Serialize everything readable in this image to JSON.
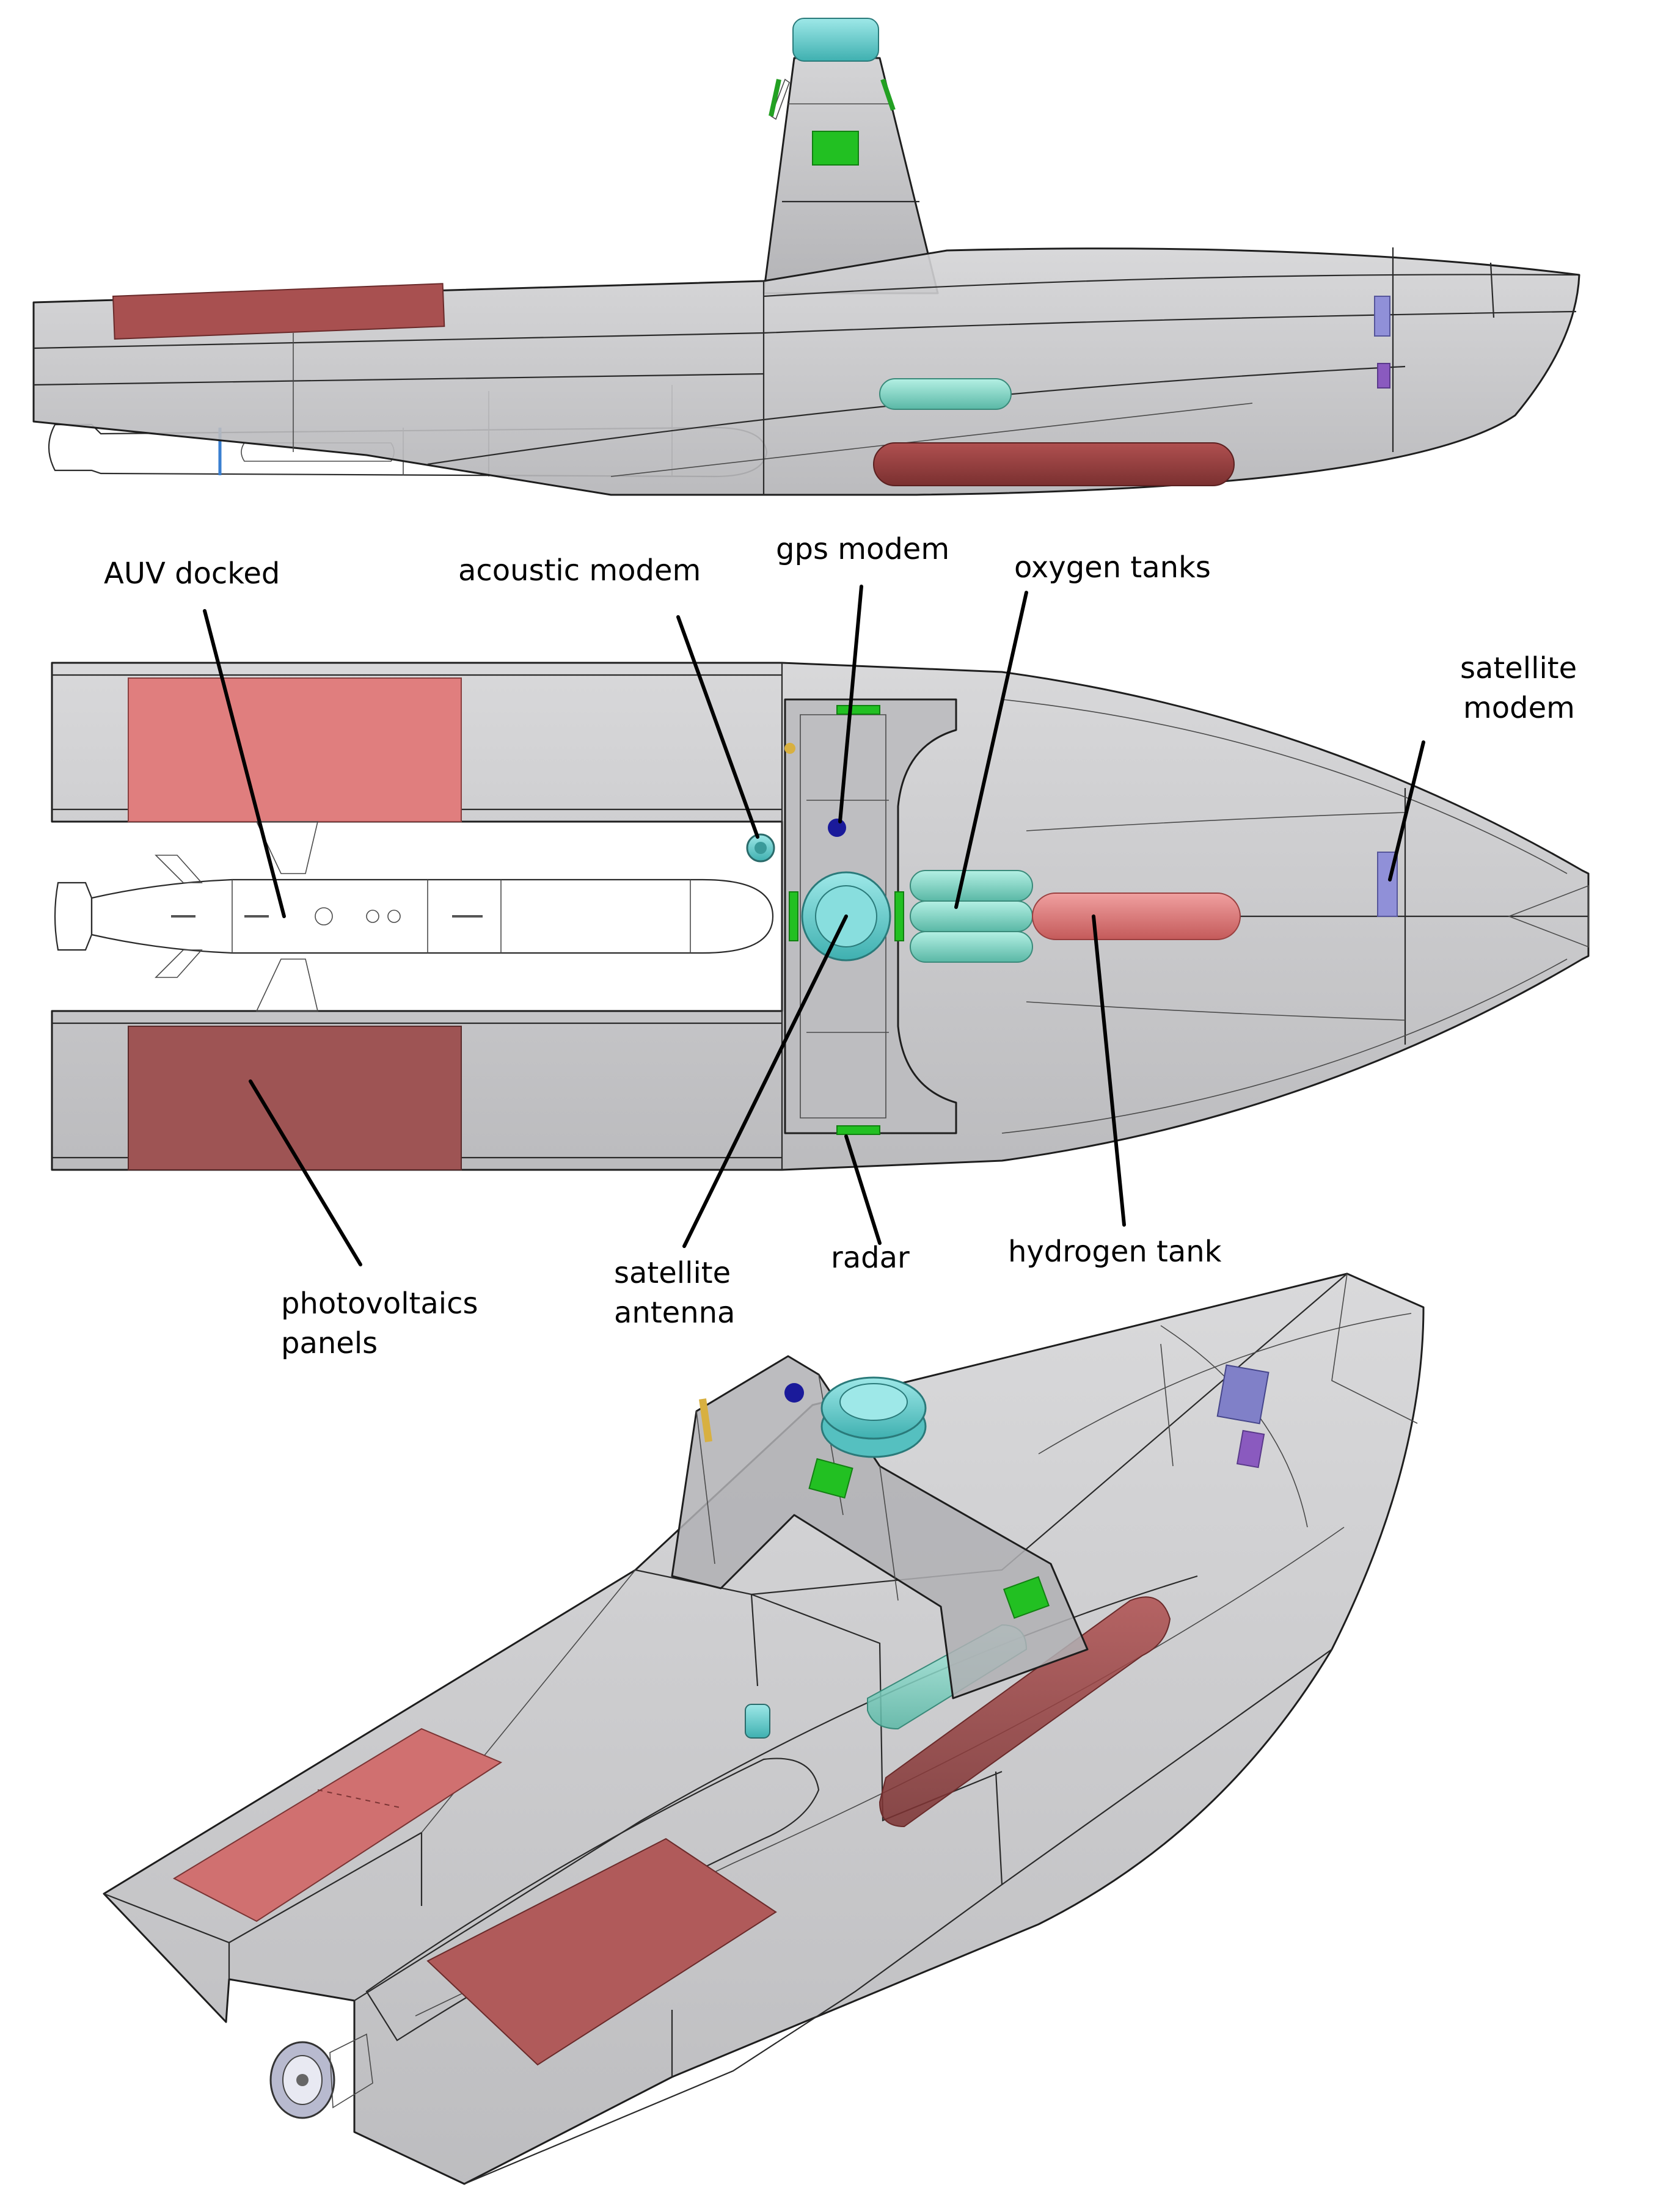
{
  "labels": {
    "auv_docked": "AUV docked",
    "acoustic_modem": "acoustic modem",
    "gps_modem": "gps modem",
    "oxygen_tanks": "oxygen tanks",
    "satellite_modem": [
      "satellite",
      "modem"
    ],
    "photovoltaics_panels": [
      "photovoltaics",
      "panels"
    ],
    "satellite_antenna": [
      "satellite",
      "antenna"
    ],
    "radar": "radar",
    "hydrogen_tank": "hydrogen tank"
  },
  "colors": {
    "hull": "#c6c6c8",
    "hull_dark": "#a9a9ab",
    "panel_light": "#e07e7e",
    "panel_dark": "#9e5454",
    "oxygen": "#7fd8c8",
    "hydrogen": "#e36f6f",
    "antenna": "#67cccc",
    "radar": "#22c022",
    "gps": "#1a1a9a",
    "sat_modem": "#9090d8",
    "auv": "#c9cbe8"
  },
  "icons": {
    "acoustic_modem": "acoustic-modem-icon",
    "gps_modem": "gps-modem-icon",
    "satellite_antenna": "satellite-antenna-icon",
    "satellite_modem": "satellite-modem-icon",
    "radar": "radar-icon"
  }
}
